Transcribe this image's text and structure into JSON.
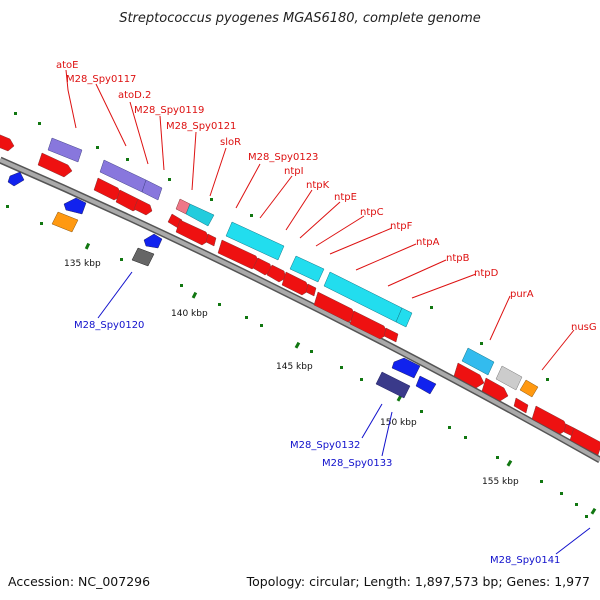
{
  "title": "Streptococcus pyogenes MGAS6180, complete genome",
  "accession": "Accession: NC_007296",
  "summary": "Topology: circular; Length: 1,897,573 bp; Genes: 1,977",
  "colors": {
    "backbone": "#999999",
    "backbone_edge": "#555555",
    "gene_red": "#ee1111",
    "gene_purple": "#8877dd",
    "gene_cyan": "#22ddee",
    "gene_blue": "#1122ee",
    "gene_navy": "#3a3a8a",
    "gene_orange": "#ff9911",
    "gene_gray": "#666666",
    "gene_lightgray": "#cccccc",
    "gene_pink": "#ee7788",
    "label_top": "#dd1111",
    "label_bottom": "#1111cc",
    "tick_major": "#117711",
    "tick_minor": "#117711"
  },
  "ticks": [
    "135 kbp",
    "140 kbp",
    "145 kbp",
    "150 kbp",
    "155 kbp"
  ],
  "top_labels": [
    "atoE",
    "M28_Spy0117",
    "atoD.2",
    "M28_Spy0119",
    "M28_Spy0121",
    "sloR",
    "M28_Spy0123",
    "ntpI",
    "ntpK",
    "ntpE",
    "ntpC",
    "ntpF",
    "ntpA",
    "ntpB",
    "ntpD",
    "purA",
    "nusG"
  ],
  "bottom_labels": [
    "M28_Spy0120",
    "M28_Spy0132",
    "M28_Spy0133",
    "M28_Spy0141"
  ]
}
